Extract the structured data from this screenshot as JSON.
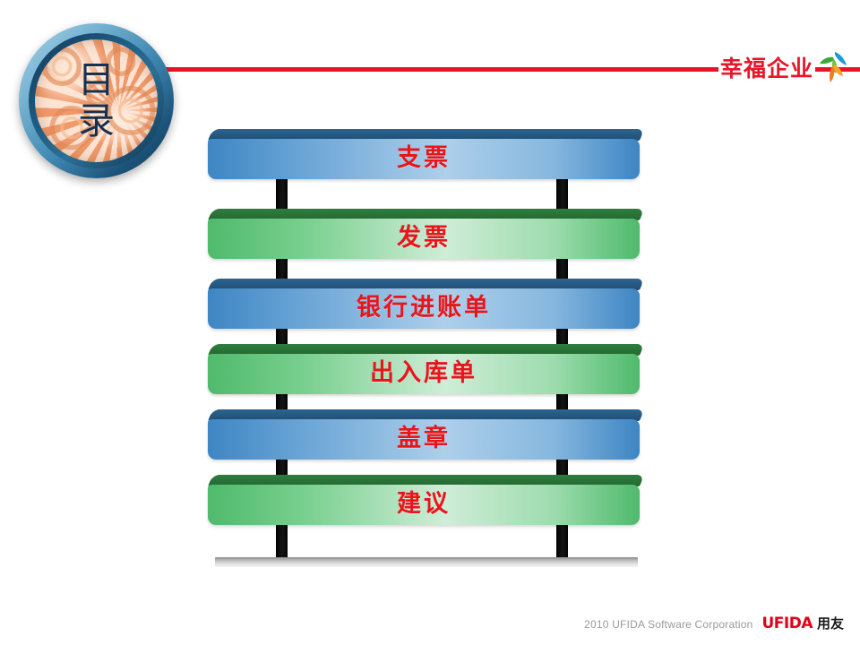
{
  "slide": {
    "title_badge": {
      "line1": "目",
      "line2": "录",
      "icon": "gear-medallion"
    },
    "header": {
      "rule_color": "#E8152A",
      "brand_name": "幸福企业",
      "brand_mark_icon": "colorful-bird-leaf-logo"
    },
    "rack": {
      "shelves": [
        {
          "label": "支票",
          "color": "blue",
          "accent": "#3E86C4"
        },
        {
          "label": "发票",
          "color": "green",
          "accent": "#4FBA6C"
        },
        {
          "label": "银行进账单",
          "color": "blue",
          "accent": "#3E86C4"
        },
        {
          "label": "出入库单",
          "color": "green",
          "accent": "#4FBA6C"
        },
        {
          "label": "盖章",
          "color": "blue",
          "accent": "#3E86C4"
        },
        {
          "label": "建议",
          "color": "green",
          "accent": "#4FBA6C"
        }
      ],
      "label_color": "#E8151B"
    },
    "footer": {
      "copyright": "2010 UFIDA Software Corporation",
      "brand_en": "UFIDA",
      "brand_cn": "用友"
    }
  }
}
